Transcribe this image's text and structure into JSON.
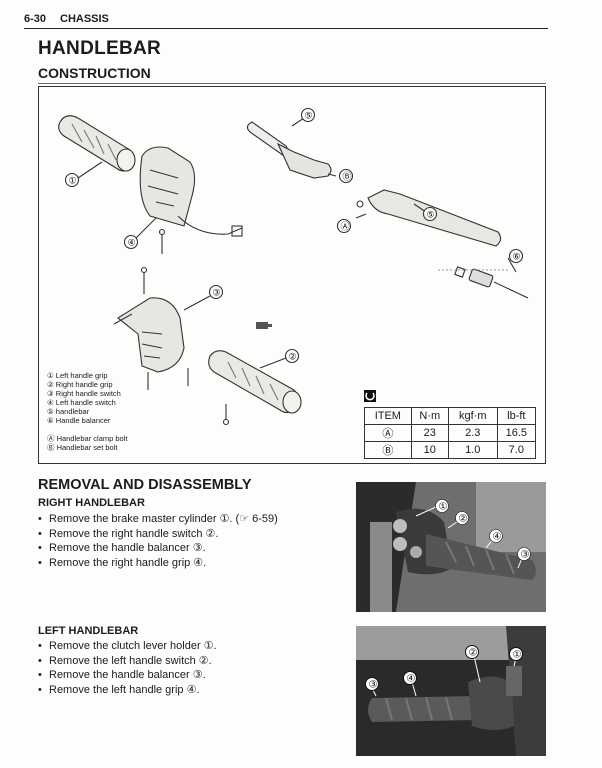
{
  "header": {
    "page_ref": "6-30",
    "section": "CHASSIS"
  },
  "title": "HANDLEBAR",
  "subtitle": "CONSTRUCTION",
  "callouts": {
    "c1": "①",
    "c2": "②",
    "c3": "③",
    "c4": "④",
    "c5": "⑤",
    "c6": "⑥",
    "cA": "Ⓐ",
    "cB": "Ⓑ"
  },
  "legend": {
    "items": [
      "① Left handle grip",
      "② Right handle grip",
      "③ Right handle switch",
      "④ Left handle switch",
      "⑤ handlebar",
      "⑥ Handle balancer"
    ],
    "bolts": [
      "Ⓐ Handlebar clamp bolt",
      "Ⓑ Handlebar set bolt"
    ]
  },
  "torque_table": {
    "headers": [
      "ITEM",
      "N·m",
      "kgf·m",
      "lb-ft"
    ],
    "rows": [
      [
        "Ⓐ",
        "23",
        "2.3",
        "16.5"
      ],
      [
        "Ⓑ",
        "10",
        "1.0",
        "7.0"
      ]
    ]
  },
  "removal": {
    "title": "REMOVAL AND DISASSEMBLY",
    "right": {
      "title": "RIGHT HANDLEBAR",
      "steps": [
        "Remove the brake master cylinder ①. (☞ 6-59)",
        "Remove the right handle switch ②.",
        "Remove the handle balancer ③.",
        "Remove the right handle grip ④."
      ]
    },
    "left": {
      "title": "LEFT HANDLEBAR",
      "steps": [
        "Remove the clutch lever holder ①.",
        "Remove the left handle switch ②.",
        "Remove the handle balancer ③.",
        "Remove the left handle grip ④."
      ]
    }
  }
}
